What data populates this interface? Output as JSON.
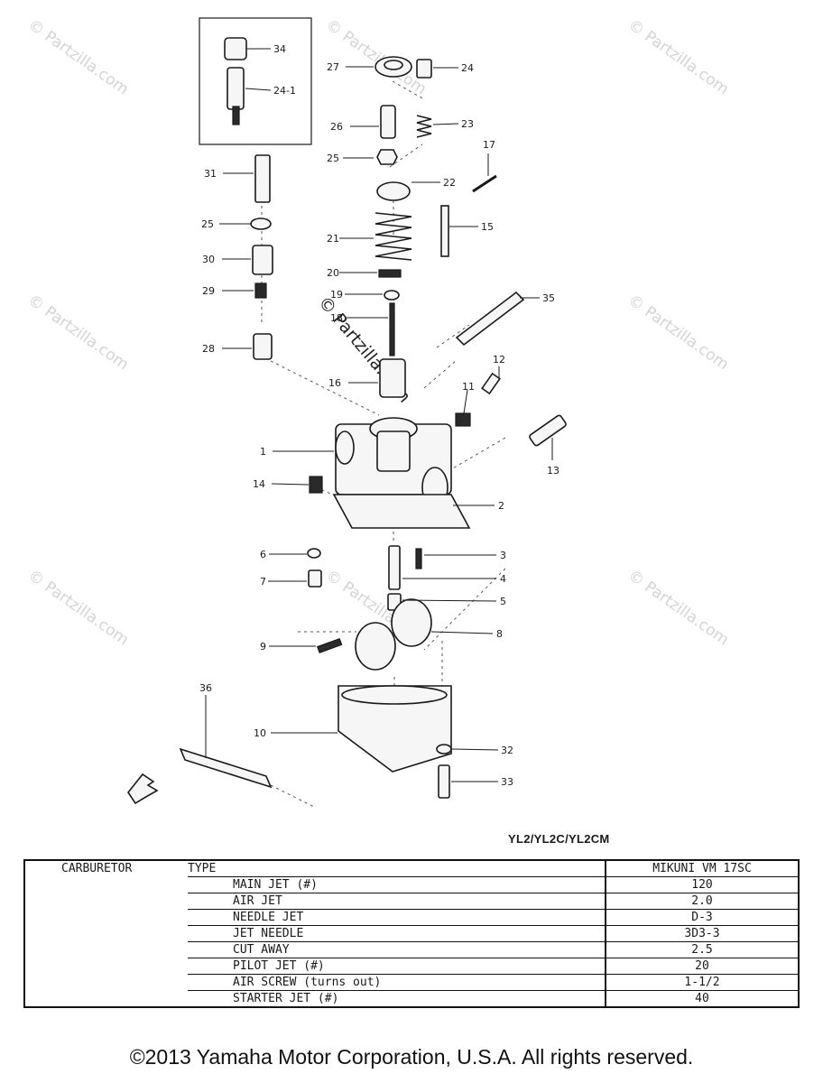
{
  "watermarks": {
    "text": "© Partzilla.com",
    "center_text": "© Partzilla.com"
  },
  "callouts": [
    "34",
    "24-1",
    "27",
    "24",
    "26",
    "23",
    "17",
    "25",
    "22",
    "31",
    "15",
    "25",
    "21",
    "30",
    "20",
    "35",
    "29",
    "19",
    "18",
    "28",
    "16",
    "12",
    "11",
    "13",
    "1",
    "14",
    "2",
    "6",
    "3",
    "7",
    "4",
    "5",
    "8",
    "9",
    "36",
    "10",
    "32",
    "33"
  ],
  "model": "YL2/YL2C/YL2CM",
  "spec_table": {
    "section": "CARBURETOR",
    "header_label": "TYPE",
    "header_value": "MIKUNI VM 17SC",
    "rows": [
      {
        "label": "MAIN JET (#)",
        "value": "120"
      },
      {
        "label": "AIR JET",
        "value": "2.0"
      },
      {
        "label": "NEEDLE JET",
        "value": "D-3"
      },
      {
        "label": "JET NEEDLE",
        "value": "3D3-3"
      },
      {
        "label": "CUT AWAY",
        "value": "2.5"
      },
      {
        "label": "PILOT JET (#)",
        "value": "20"
      },
      {
        "label": "AIR SCREW (turns out)",
        "value": "1-1/2"
      },
      {
        "label": "STARTER JET (#)",
        "value": "40"
      }
    ]
  },
  "copyright": "©2013 Yamaha Motor Corporation, U.S.A. All rights reserved."
}
